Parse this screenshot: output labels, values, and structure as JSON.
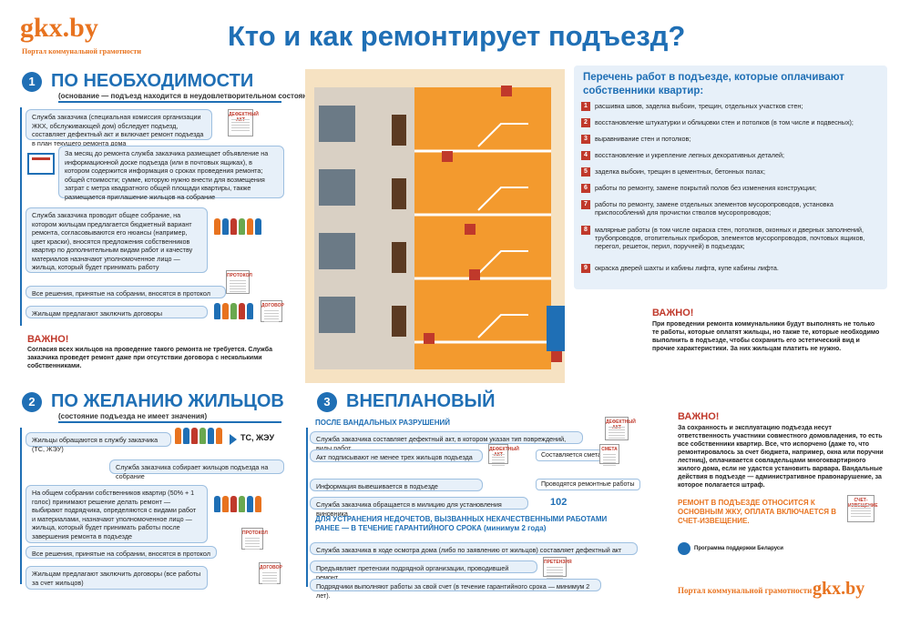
{
  "header": {
    "logo": "gkx.by",
    "logo_sub": "Портал коммунальной грамотности",
    "title": "Кто и как ремонтирует подъезд?"
  },
  "section1": {
    "num": "1",
    "title": "ПО НЕОБХОДИМОСТИ",
    "sub": "(основание — подъезд находится в неудовлетворительном состоянии)",
    "steps": [
      "Служба заказчика (специальная комиссия организации ЖКХ, обслуживающей дом) обследует подъезд, составляет дефектный акт и включает ремонт подъезда в план текущего ремонта дома",
      "За месяц до ремонта служба заказчика размещает объявление на информационной доске подъезда (или в почтовых ящиках), в котором содержится информация о сроках проведения ремонта; общей стоимости; сумме, которую нужно внести для возмещения затрат с метра квадратного общей площади квартиры, также размещается приглашение жильцов на собрание",
      "Служба заказчика проводит общее собрание, на котором жильцам предлагается бюджетный вариант ремонта, согласовываются его нюансы (например, цвет краски), вносятся предложения собственников квартир по дополнительным видам работ и качеству материалов назначают уполномоченное лицо — жильца, который будет принимать работу",
      "Все решения, принятые на собрании, вносятся в протокол",
      "Жильцам предлагают заключить договоры"
    ],
    "doc1": "ДЕФЕКТНЫЙ АКТ",
    "doc2": "ПРОТОКОЛ",
    "doc3": "ДОГОВОР",
    "important_head": "ВАЖНО!",
    "important_text": "Согласия всех жильцов на проведение такого ремонта не требуется. Служба заказчика проведет ремонт даже при отсутствии договора с несколькими собственниками."
  },
  "section2": {
    "num": "2",
    "title": "ПО ЖЕЛАНИЮ ЖИЛЬЦОВ",
    "sub": "(состояние подъезда не имеет значения)",
    "steps": [
      "Жильцы обращаются в службу заказчика (ТС, ЖЭУ)",
      "Служба заказчика собирает жильцов подъезда на собрание",
      "На общем собрании собственников квартир (50% + 1 голос) принимают решение делать ремонт — выбирают подрядчика, определяются с видами работ и материалами, назначают уполномоченное лицо — жильца, который будет принимать работы после завершения ремонта в подъезде",
      "Все решения, принятые на собрании, вносятся в протокол",
      "Жильцам предлагают заключить договоры (все работы за счет жильцов)"
    ],
    "ts_label": "ТС, ЖЭУ",
    "doc_protocol": "ПРОТОКОЛ",
    "doc_contract": "ДОГОВОР"
  },
  "section3": {
    "num": "3",
    "title": "ВНЕПЛАНОВЫЙ",
    "sub_a": "ПОСЛЕ ВАНДАЛЬНЫХ РАЗРУШЕНИЙ",
    "steps_a": [
      "Служба заказчика составляет дефектный акт, в котором указан тип повреждений, виды работ",
      "Акт подписывают не менее трех жильцов подъезда",
      "Составляется смета",
      "Информация вывешивается в подъезде",
      "Проводятся ремонтные работы",
      "Служба заказчика обращается в милицию для установления виновника"
    ],
    "police": "102",
    "sub_b": "ДЛЯ УСТРАНЕНИЯ НЕДОЧЕТОВ, ВЫЗВАННЫХ НЕКАЧЕСТВЕННЫМИ РАБОТАМИ РАНЕЕ — В ТЕЧЕНИЕ ГАРАНТИЙНОГО СРОКА (минимум 2 года)",
    "steps_b": [
      "Служба заказчика в ходе осмотра дома (либо по заявлению от жильцов) составляет дефектный акт",
      "Предъявляет претензии подрядной организации, проводившей ремонт",
      "Подрядчики выполняют работы за свой счет (в течение гарантийного срока — минимум 2 лет)."
    ],
    "doc_act": "ДЕФЕКТНЫЙ АКТ",
    "doc_smeta": "СМЕТА",
    "doc_claim": "ПРЕТЕНЗИЯ"
  },
  "worklist": {
    "title": "Перечень работ в подъезде, которые оплачивают собственники квартир:",
    "items": [
      {
        "n": "1",
        "t": "расшивка швов, заделка выбоин, трещин, отдельных участков стен;"
      },
      {
        "n": "2",
        "t": "восстановление штукатурки и облицовки стен и потолков (в том числе и подвесных);"
      },
      {
        "n": "3",
        "t": "выравнивание стен и потолков;"
      },
      {
        "n": "4",
        "t": "восстановление и укрепление лепных декоративных деталей;"
      },
      {
        "n": "5",
        "t": "заделка выбоин, трещин в цементных, бетонных полах;"
      },
      {
        "n": "6",
        "t": "работы по ремонту, замене покрытий полов без изменения конструкции;"
      },
      {
        "n": "7",
        "t": "работы по ремонту, замене отдельных элементов мусоропроводов, установка приспособлений для прочистки стволов мусоропроводов;"
      },
      {
        "n": "8",
        "t": "малярные работы (в том числе окраска стен, потолков, оконных и дверных заполнений, трубопроводов, отопительных приборов, элементов мусоропроводов, почтовых ящиков, перегол, решеток, перил, поручней) в подъездах;"
      },
      {
        "n": "9",
        "t": "окраска дверей шахты и кабины лифта, купе кабины лифта."
      }
    ]
  },
  "important_mid": {
    "head": "ВАЖНО!",
    "text": "При проведении ремонта коммунальники будут выполнять не только те работы, которые оплатят жильцы, но также те, которые необходимо выполнить в подъезде, чтобы сохранить его эстетический вид и прочие характеристики. За них жильцам платить не нужно."
  },
  "important_right": {
    "head": "ВАЖНО!",
    "text": "За сохранность и эксплуатацию подъезда несут ответственность участники совместного домовладения, то есть все собственники квартир. Все, что испорчено (даже то, что ремонтировалось за счет бюджета, например, окна или поручни лестниц), оплачивается совладельцами многоквартирного жилого дома, если не удастся установить варвара. Вандальные действия в подъезде — административное правонарушение, за которое полагается штраф.",
    "orange": "РЕМОНТ В ПОДЪЕЗДЕ ОТНОСИТСЯ К ОСНОВНЫМ ЖКУ, ОПЛАТА ВКЛЮЧАЕТСЯ В СЧЕТ-ИЗВЕЩЕНИЕ.",
    "doc": "СЧЕТ-ИЗВЕЩЕНИЕ"
  },
  "footer": {
    "program": "Программа поддержки Беларуси",
    "portal": "Портал коммунальной грамотности",
    "logo": "gkx.by"
  },
  "colors": {
    "accent": "#1f6fb5",
    "brand": "#e8731f",
    "alert": "#c0392b"
  }
}
